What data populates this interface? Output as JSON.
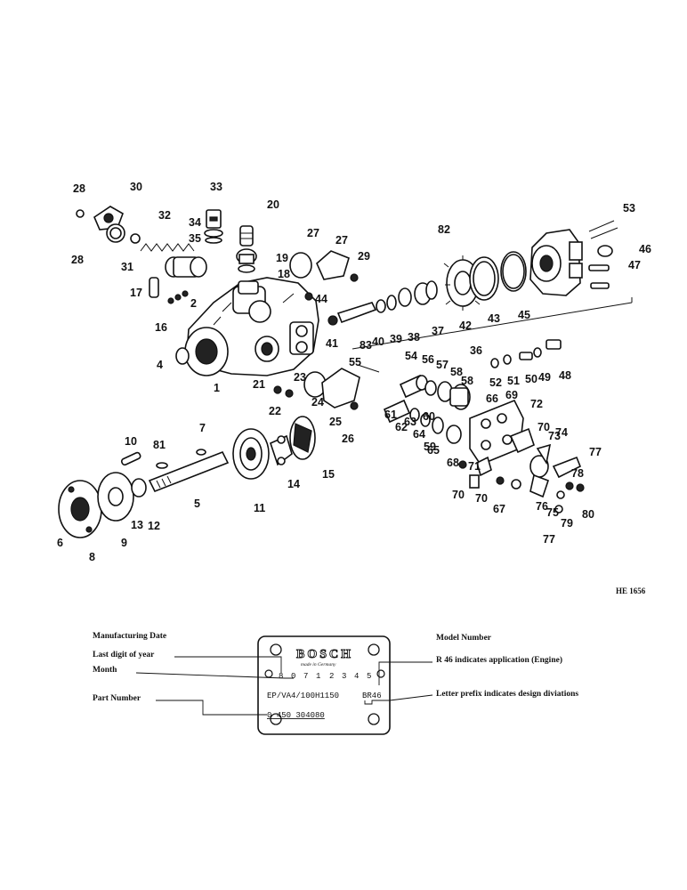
{
  "diagram_code": "HE 1656",
  "callouts": [
    "1",
    "2",
    "4",
    "5",
    "6",
    "7",
    "8",
    "9",
    "10",
    "11",
    "12",
    "13",
    "14",
    "15",
    "16",
    "17",
    "18",
    "19",
    "20",
    "21",
    "22",
    "23",
    "24",
    "25",
    "26",
    "27",
    "27",
    "28",
    "28",
    "29",
    "30",
    "31",
    "32",
    "33",
    "34",
    "35",
    "36",
    "37",
    "38",
    "39",
    "40",
    "41",
    "42",
    "43",
    "44",
    "45",
    "46",
    "47",
    "48",
    "49",
    "50",
    "51",
    "52",
    "53",
    "54",
    "55",
    "56",
    "57",
    "58",
    "58",
    "59",
    "60",
    "61",
    "62",
    "63",
    "64",
    "65",
    "66",
    "67",
    "68",
    "69",
    "70",
    "70",
    "70",
    "71",
    "72",
    "73",
    "74",
    "75",
    "76",
    "77",
    "77",
    "78",
    "79",
    "80",
    "81",
    "82",
    "83"
  ],
  "nameplate": {
    "brand": "BOSCH",
    "made_in": "made in Germany",
    "date_row": [
      "8",
      "0",
      "7",
      "1",
      "2",
      "3",
      "4",
      "5"
    ],
    "model": "EP/VA4/100H1150",
    "model_suffix": "BR46",
    "part_number": "0 450 304080"
  },
  "legend": {
    "manufacturing_date": "Manufacturing Date",
    "last_digit": "Last digit of year",
    "month": "Month",
    "part_number": "Part Number",
    "model_number": "Model Number",
    "application": "R 46 indicates application (Engine)",
    "prefix": "Letter prefix indicates design diviations"
  }
}
